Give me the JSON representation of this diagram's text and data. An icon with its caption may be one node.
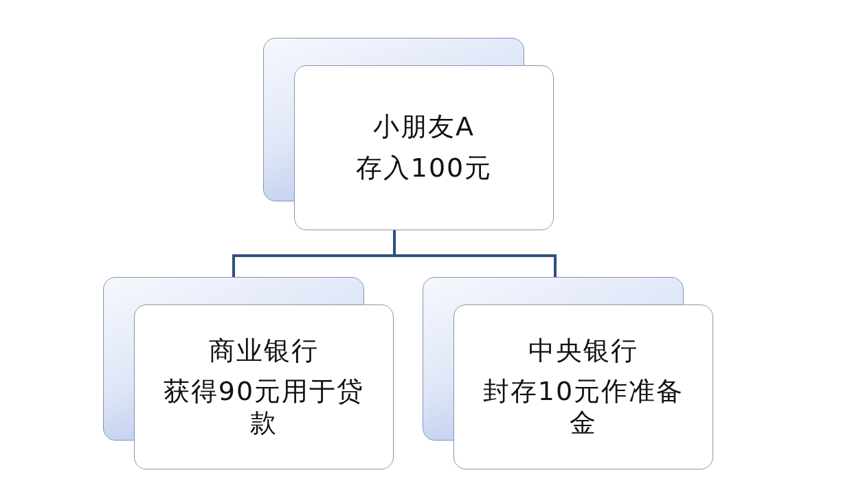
{
  "diagram": {
    "nodes": [
      {
        "text": [
          "小朋友A",
          "存入100元"
        ]
      },
      {
        "text": [
          "商业银行",
          "获得90元用于贷款"
        ]
      },
      {
        "text": [
          "中央银行",
          "封存10元作准备金"
        ]
      }
    ],
    "edges": [
      {
        "from": 0,
        "to": 1,
        "arrow": "none"
      },
      {
        "from": 0,
        "to": 2,
        "arrow": "none"
      }
    ]
  }
}
